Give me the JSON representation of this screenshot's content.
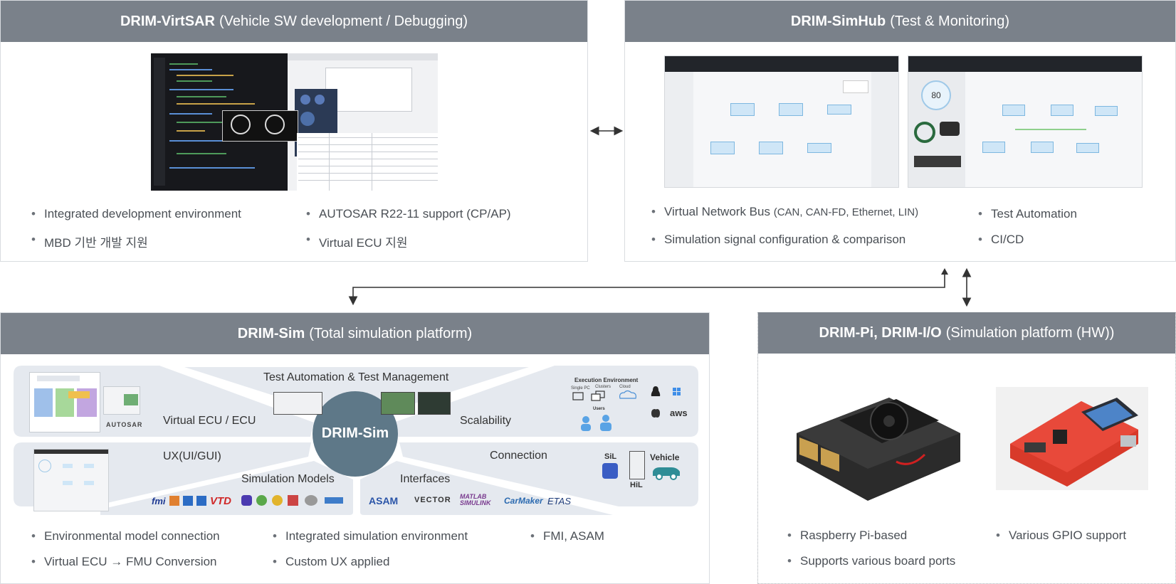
{
  "virtsar": {
    "title_bold": "DRIM-VirtSAR",
    "title_rest": "(Vehicle SW development / Debugging)",
    "bullets": [
      "Integrated development environment",
      "AUTOSAR R22-11 support (CP/AP)",
      "MBD 기반 개발 지원",
      "Virtual ECU 지원"
    ]
  },
  "simhub": {
    "title_bold": "DRIM-SimHub",
    "title_rest": "(Test & Monitoring)",
    "bullets": [
      {
        "main": "Virtual Network Bus",
        "detail": "(CAN, CAN-FD, Ethernet, LIN)"
      },
      {
        "main": "Test Automation"
      },
      {
        "main": "Simulation signal configuration & comparison"
      },
      {
        "main": "CI/CD"
      }
    ],
    "gauge_value": "80"
  },
  "sim": {
    "title_bold": "DRIM-Sim",
    "title_rest": "(Total simulation platform)",
    "center": "DRIM-Sim",
    "sections": {
      "test_automation": "Test Automation & Test Management",
      "virtual_ecu": "Virtual ECU / ECU",
      "scalability": "Scalability",
      "ux": "UX(UI/GUI)",
      "connection": "Connection",
      "simulation_models": "Simulation Models",
      "interfaces": "Interfaces"
    },
    "autosar_logo": "AUTOSAR",
    "execution_env": {
      "title": "Execution Environment",
      "single_pc": "Single PC",
      "clusters": "Clusters",
      "cloud": "Cloud",
      "users": "Users",
      "aws": "aws"
    },
    "connection_labels": {
      "sil": "SiL",
      "hil": "HiL",
      "vehicle": "Vehicle"
    },
    "model_logos": [
      "fmi",
      "VTD"
    ],
    "interface_logos": [
      "ASAM",
      "VECTOR",
      "MATLAB SIMULINK",
      "CarMaker",
      "ETAS"
    ],
    "bullets": [
      "Environmental model connection",
      "Integrated simulation environment",
      "FMI, ASAM",
      "Virtual ECU → FMU Conversion",
      "Custom UX applied"
    ]
  },
  "pi": {
    "title_bold": "DRIM-Pi, DRIM-I/O",
    "title_rest": "(Simulation platform (HW))",
    "bullets": [
      "Raspberry Pi-based",
      "Various GPIO support",
      "Supports various board ports"
    ]
  },
  "colors": {
    "header": "#7a818a",
    "center_circle": "#5e7888",
    "wedge": "#e5e9ef"
  }
}
